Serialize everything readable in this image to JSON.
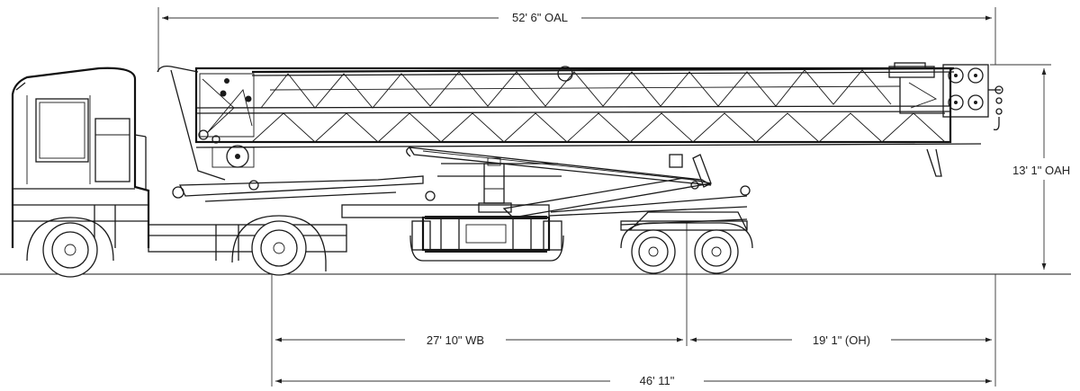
{
  "dimensions": {
    "overall_length": "52' 6\" OAL",
    "overall_height": "13' 1\" OAH",
    "wheelbase": "27' 10\" WB",
    "overhang": "19' 1\" (OH)",
    "overall_trailer": "46' 11\""
  }
}
